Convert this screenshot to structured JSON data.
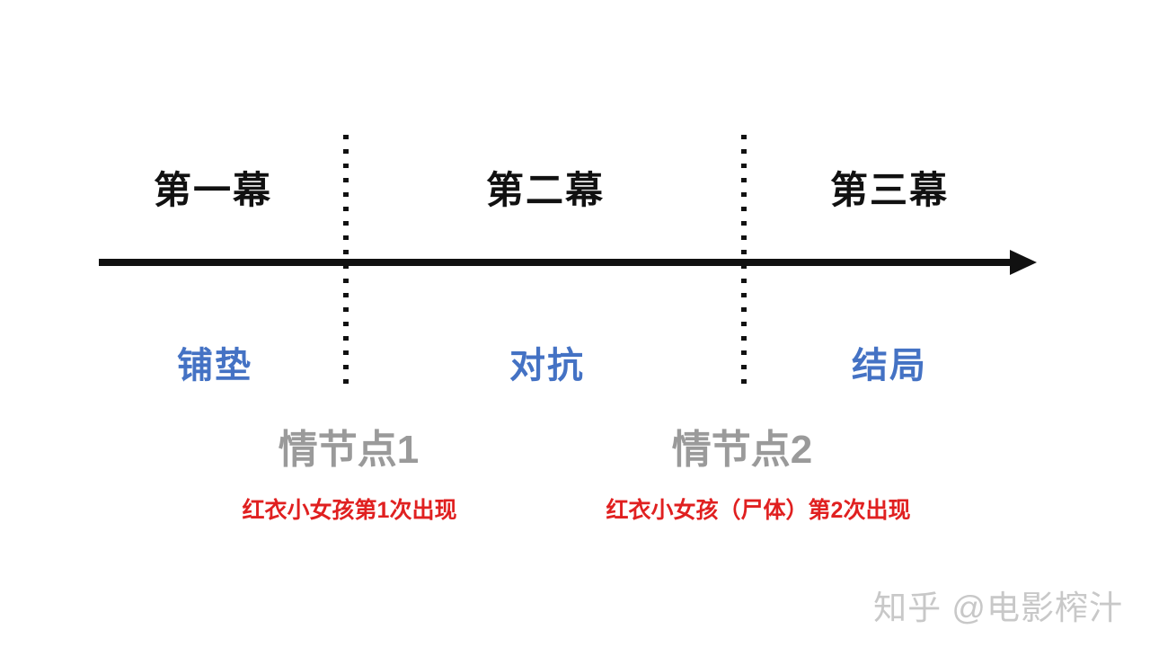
{
  "diagram": {
    "title_context": "three-act-structure-timeline",
    "acts": [
      {
        "label": "第一幕",
        "phase": "铺垫"
      },
      {
        "label": "第二幕",
        "phase": "对抗"
      },
      {
        "label": "第三幕",
        "phase": "结局"
      }
    ],
    "plot_points": [
      {
        "label": "情节点1",
        "annotation": "红衣小女孩第1次出现"
      },
      {
        "label": "情节点2",
        "annotation": "红衣小女孩（尸体）第2次出现"
      }
    ],
    "watermark": "知乎 @电影榨汁",
    "colors": {
      "act_label": "#111111",
      "timeline": "#111111",
      "phase_label": "#4472C4",
      "plot_point_label": "#9A9A9A",
      "annotation": "#E02020",
      "watermark": "#C8C8C8",
      "background": "#FFFFFF"
    }
  }
}
